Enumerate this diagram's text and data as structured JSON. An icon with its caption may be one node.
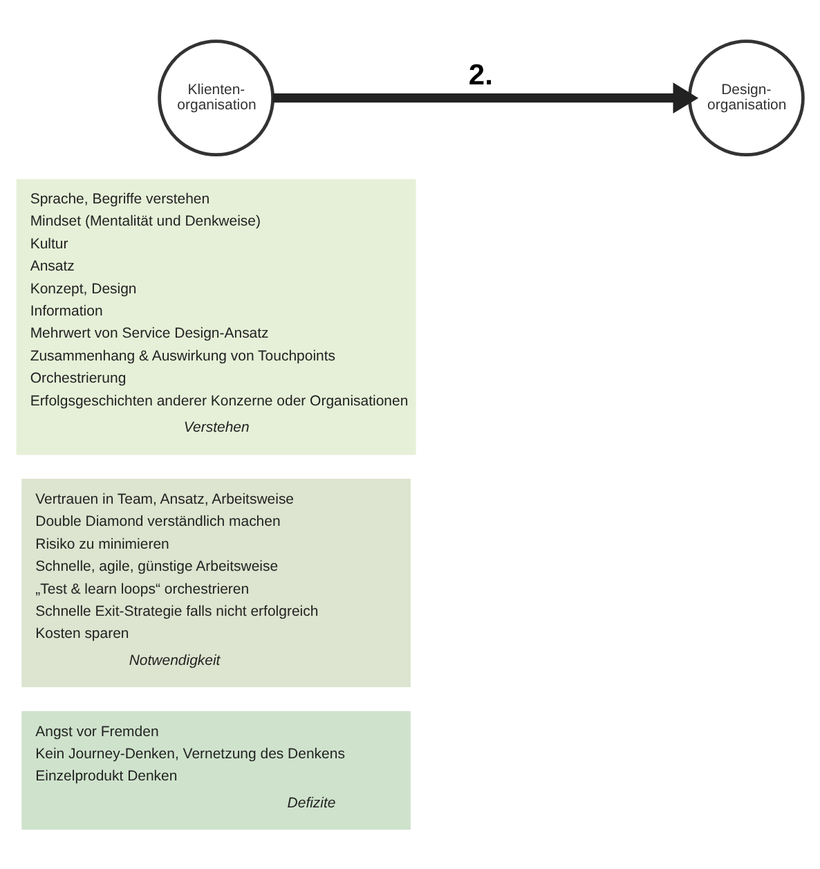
{
  "diagram": {
    "nodes": [
      {
        "text": [
          "Klienten-organisation"
        ]
      },
      {
        "text": [
          "Design-organisation"
        ]
      },
      {
        "text": [
          "Sprache, Begriffe verstehen",
          "Mindset (Mentalität und Denkweise)",
          "Kultur",
          "Ansatz",
          "Konzept, Design",
          "Information",
          "Mehrwert von Service Design-Ansatz",
          "Zusammenhang & Auswirkung von Touchpoints",
          "Orchestrierung",
          "Erfolgsgeschichten anderer Konzerne oder Organisationen",
          "Verstehen"
        ]
      },
      {
        "text": [
          "Vertrauen in Team, Ansatz, Arbeitsweise",
          "Double Diamond verständlich machen",
          "Risiko zu minimieren",
          "Schnelle, agile, günstige Arbeitsweise",
          "„Test & learn loops“ orchestrieren",
          "Schnelle Exit-Strategie falls nicht erfolgreich",
          "Kosten sparen",
          "Notwendigkeit"
        ]
      },
      {
        "text": [
          "Angst vor Fremden",
          "Kein Journey-Denken, Vernetzung des Denkens",
          "Einzelprodukt Denken",
          "Defizite"
        ]
      }
    ],
    "edges": [
      {
        "from": 0,
        "to": 1,
        "arrow": "to",
        "label": "2."
      }
    ]
  }
}
